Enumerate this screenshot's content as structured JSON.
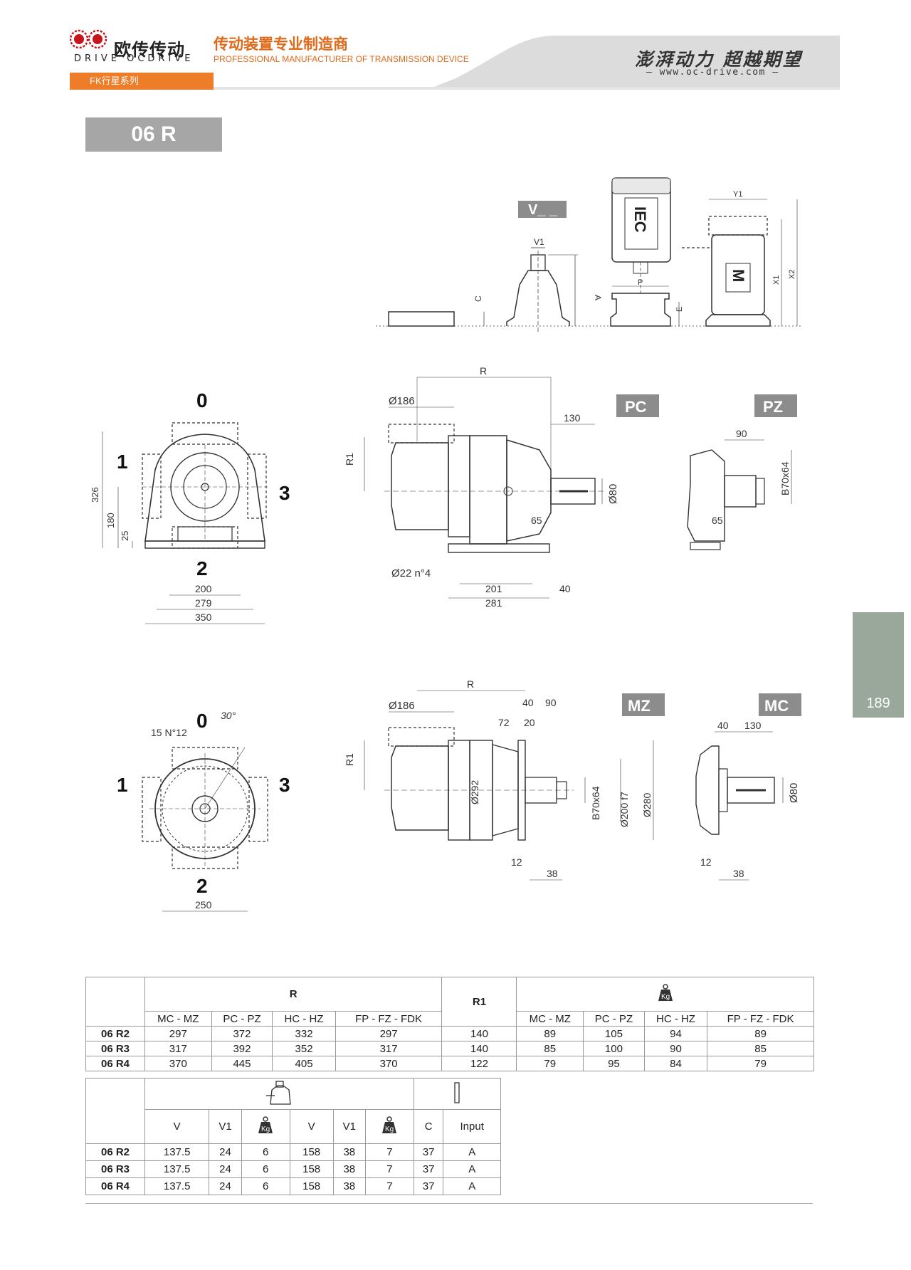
{
  "header": {
    "brand_cn": "欧传传动",
    "brand_en": "DRIVE OCDRIVE",
    "tagline_cn": "传动装置专业制造商",
    "tagline_en": "PROFESSIONAL MANUFACTURER OF TRANSMISSION DEVICE",
    "slogan": "澎湃动力 超越期望",
    "website": "www.oc-drive.com",
    "series": "FK行星系列"
  },
  "model": "06 R",
  "page_number": "189",
  "colors": {
    "accent": "#ee7d2a",
    "badge_gray": "#a6a6a6",
    "tab_green": "#9aa89c"
  },
  "drawings": {
    "top_labels": {
      "v_badge": "V_ _",
      "iec": "IEC",
      "m": "M",
      "V1": "V1",
      "C": "C",
      "A": "A",
      "P": "P",
      "E": "E",
      "Y1": "Y1",
      "X1": "X1",
      "X2": "X2"
    },
    "pc_view": {
      "badges": {
        "pc": "PC",
        "pz": "PZ"
      },
      "positions": {
        "p0": "0",
        "p1": "1",
        "p2": "2",
        "p3": "3"
      },
      "dims": {
        "d326": "326",
        "d180": "180",
        "d25": "25",
        "d200": "200",
        "d279": "279",
        "d350": "350",
        "R": "R",
        "R1": "R1",
        "phi186": "Ø186",
        "d130": "130",
        "phi80": "Ø80",
        "d65": "65",
        "phi22": "Ø22 n°4",
        "d201": "201",
        "d281": "281",
        "d40": "40",
        "d90": "90",
        "b70": "B70x64",
        "pz65": "65"
      }
    },
    "mz_view": {
      "badges": {
        "mz": "MZ",
        "mc": "MC"
      },
      "positions": {
        "p0": "0",
        "p1": "1",
        "p2": "2",
        "p3": "3"
      },
      "dims": {
        "angle": "30°",
        "holes": "15 N°12",
        "d250": "250",
        "R": "R",
        "R1": "R1",
        "phi186": "Ø186",
        "d40": "40",
        "d90": "90",
        "d72": "72",
        "d20": "20",
        "phi292": "Ø292",
        "b70": "B70x64",
        "phi200": "Ø200 f7",
        "phi280": "Ø280",
        "d12": "12",
        "d38": "38",
        "mc40": "40",
        "mc130": "130",
        "mc_phi80": "Ø80",
        "mc12": "12",
        "mc38": "38"
      }
    }
  },
  "table1": {
    "group_R": "R",
    "group_R1": "R1",
    "headers": [
      "MC - MZ",
      "PC - PZ",
      "HC - HZ",
      "FP - FZ - FDK",
      "",
      "MC - MZ",
      "PC - PZ",
      "HC - HZ",
      "FP - FZ - FDK"
    ],
    "rows": [
      {
        "model": "06 R2",
        "cells": [
          "297",
          "372",
          "332",
          "297",
          "140",
          "89",
          "105",
          "94",
          "89"
        ]
      },
      {
        "model": "06 R3",
        "cells": [
          "317",
          "392",
          "352",
          "317",
          "140",
          "85",
          "100",
          "90",
          "85"
        ]
      },
      {
        "model": "06 R4",
        "cells": [
          "370",
          "445",
          "405",
          "370",
          "122",
          "79",
          "95",
          "84",
          "79"
        ]
      }
    ]
  },
  "table2": {
    "headers": [
      "V",
      "V1",
      "",
      "V",
      "V1",
      "",
      "C",
      "Input"
    ],
    "rows": [
      {
        "model": "06 R2",
        "cells": [
          "137.5",
          "24",
          "6",
          "158",
          "38",
          "7",
          "37",
          "A"
        ]
      },
      {
        "model": "06 R3",
        "cells": [
          "137.5",
          "24",
          "6",
          "158",
          "38",
          "7",
          "37",
          "A"
        ]
      },
      {
        "model": "06 R4",
        "cells": [
          "137.5",
          "24",
          "6",
          "158",
          "38",
          "7",
          "37",
          "A"
        ]
      }
    ]
  },
  "weight_icon_label": "Kg"
}
